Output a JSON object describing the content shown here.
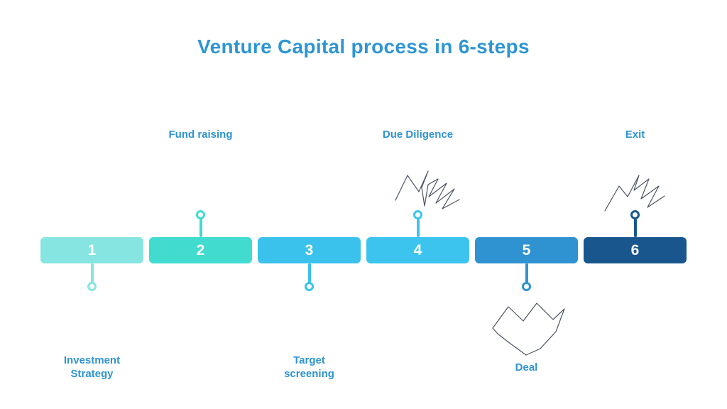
{
  "title": "Venture Capital process in 6-steps",
  "title_color": "#2e96d3",
  "label_color": "#2e93d1",
  "steps": [
    {
      "number": "1",
      "label": "Investment Strategy",
      "label_position": "below",
      "color": "#86e5e1"
    },
    {
      "number": "2",
      "label": "Fund raising",
      "label_position": "above",
      "color": "#41dbd0"
    },
    {
      "number": "3",
      "label": "Target screening",
      "label_position": "below",
      "color": "#3ac2ec"
    },
    {
      "number": "4",
      "label": "Due Diligence",
      "label_position": "above",
      "color": "#3cc4ee"
    },
    {
      "number": "5",
      "label": "Deal",
      "label_position": "below",
      "color": "#2f93d1"
    },
    {
      "number": "6",
      "label": "Exit",
      "label_position": "above",
      "color": "#1a568e"
    }
  ],
  "decor": {
    "doodles": [
      "due-diligence-doodle",
      "exit-doodle",
      "deal-doodle"
    ]
  }
}
